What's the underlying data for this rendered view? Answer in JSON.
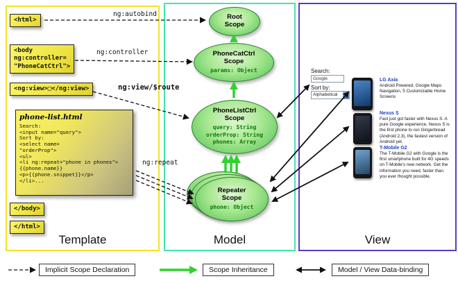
{
  "columns": {
    "template": {
      "label": "Template"
    },
    "model": {
      "label": "Model"
    },
    "view": {
      "label": "View"
    }
  },
  "template": {
    "html_open": "<html>",
    "body_open": "<body\nng:controller=\n\"PhoneCatCtrl\">",
    "ng_view": "<ng:view>□</ng:view>",
    "body_close": "</body>",
    "html_close": "</html>",
    "phone_list": {
      "title": "phone-list.html",
      "lines": [
        "Search:",
        "<input name=\"query\">",
        "Sort by:",
        "<select name=",
        "\"orderProp\">",
        "<ul>",
        "<li ng:repeat=\"phone in phones\">",
        "{{phone.name}}",
        "<p>{{phone.snippet}}</p>",
        "</li>..."
      ]
    }
  },
  "annotations": {
    "autobind": "ng:autobind",
    "controller": "ng:controller",
    "view_route": "ng:view/$route",
    "repeat": "ng:repeat"
  },
  "model": {
    "root": {
      "title": "Root\nScope"
    },
    "phonecat": {
      "title": "PhoneCatCtrl\nScope",
      "props": [
        "params: Object"
      ]
    },
    "phonelist": {
      "title": "PhoneListCtrl\nScope",
      "props": [
        "query: String",
        "orderProp: String",
        "phones: Array"
      ]
    },
    "repeater": {
      "title": "Repeater\nScope",
      "props": [
        "phone: Object"
      ]
    }
  },
  "view": {
    "search_label": "Search:",
    "search_value": "Google",
    "sort_label": "Sort by:",
    "sort_value": "Alphabetical",
    "phones": [
      {
        "name": "LG Axia",
        "desc": "Android Powered, Google Maps Navigation, 5 Customizable Home Screens"
      },
      {
        "name": "Nexus S",
        "desc": "Fast just got faster with Nexus S. A pure Google experience, Nexus S is the first phone to run Gingerbread (Android 2.3), the fastest version of Android yet."
      },
      {
        "name": "T-Mobile G2",
        "desc": "The T-Mobile G2 with Google is the first smartphone built for 4G speeds on T-Mobile's new network. Get the information you need, faster than you ever thought possible."
      }
    ]
  },
  "legend": [
    {
      "label": "Implicit Scope Declaration",
      "type": "dashed-arrow"
    },
    {
      "label": "Scope Inheritance",
      "type": "green-arrow"
    },
    {
      "label": "Model / View Data-binding",
      "type": "double-arrow"
    }
  ],
  "colors": {
    "template_border": "#f0e32a",
    "model_border": "#47e3ac",
    "view_border": "#5b3ac6",
    "scope_fill_green": "#8ede7e",
    "inheritance_green": "#2fd32f",
    "link_blue": "#1f3ec8",
    "tag_box_yellow": "#ece13e"
  }
}
